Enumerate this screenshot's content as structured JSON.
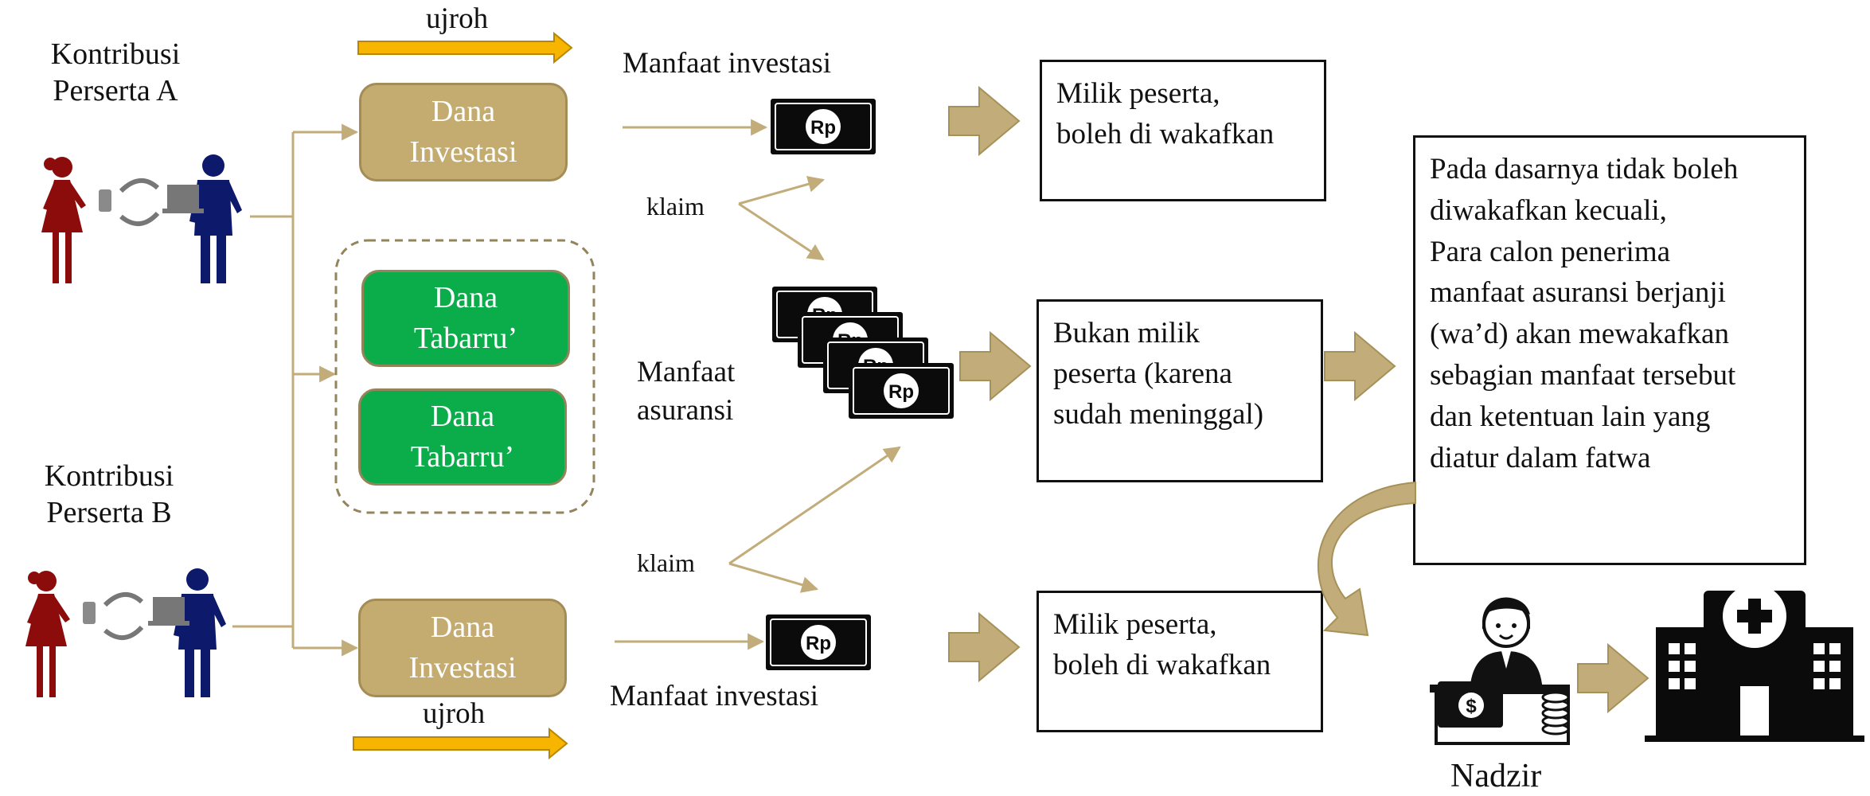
{
  "participants": {
    "a_label": [
      "Kontribusi",
      "Perserta A"
    ],
    "b_label": [
      "Kontribusi",
      "Perserta B"
    ]
  },
  "funds": {
    "investasi_top": [
      "Dana",
      "Investasi"
    ],
    "tabarru_1": [
      "Dana",
      "Tabarru’"
    ],
    "tabarru_2": [
      "Dana",
      "Tabarru’"
    ],
    "investasi_bottom": [
      "Dana",
      "Investasi"
    ]
  },
  "flow_labels": {
    "ujroh_top": "ujroh",
    "ujroh_bottom": "ujroh",
    "manfaat_investasi_top": "Manfaat investasi",
    "manfaat_investasi_bottom": "Manfaat investasi",
    "klaim_top": "klaim",
    "klaim_bottom": "klaim",
    "manfaat_asuransi": [
      "Manfaat",
      "asuransi"
    ]
  },
  "currency_symbol": "Rp",
  "boxes": {
    "milik_top": [
      "Milik peserta,",
      "boleh di wakafkan"
    ],
    "bukan_milik": [
      "Bukan milik",
      "peserta (karena",
      "sudah meninggal)"
    ],
    "milik_bottom": [
      "Milik peserta,",
      "boleh di wakafkan"
    ],
    "fatwa": [
      "Pada dasarnya tidak boleh",
      "diwakafkan kecuali,",
      "Para calon penerima",
      "manfaat asuransi berjanji",
      "(wa’d) akan mewakafkan",
      "sebagian manfaat tersebut",
      "dan ketentuan lain yang",
      "diatur dalam fatwa"
    ]
  },
  "nadzir_label": "Nadzir",
  "icons": [
    "woman-icon",
    "man-icon",
    "phone-icon",
    "laptop-icon",
    "exchange-arrows-icon",
    "money-bill-icon",
    "nadzir-person-icon",
    "dollar-icon",
    "coins-icon",
    "hospital-icon"
  ],
  "colors": {
    "fund_tan": "#c4ac71",
    "fund_green": "#0aad4a",
    "arrow_tan": "#c2ad7a",
    "ujroh_yellow": "#f7b500",
    "woman_red": "#8c0b0b",
    "man_navy": "#0d1a6b"
  }
}
